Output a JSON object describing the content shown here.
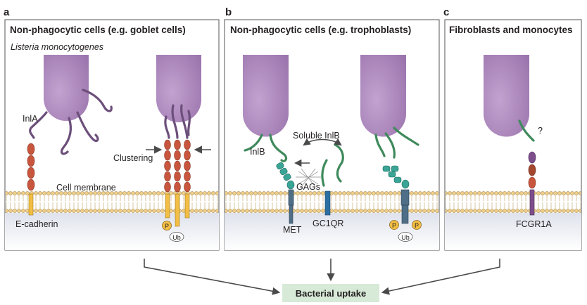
{
  "panels": [
    {
      "letter": "a",
      "title": "Non-phagocytic cells (e.g. goblet cells)"
    },
    {
      "letter": "b",
      "title": "Non-phagocytic cells (e.g. trophoblasts)"
    },
    {
      "letter": "c",
      "title": "Fibroblasts and monocytes"
    }
  ],
  "labels": {
    "species": "Listeria monocytogenes",
    "inla": "InlA",
    "clustering": "Clustering",
    "cell_membrane": "Cell membrane",
    "e_cadherin": "E-cadherin",
    "p": "P",
    "ub": "Ub",
    "soluble_inlb": "Soluble InlB",
    "inlb": "InlB",
    "gags": "GAGs",
    "met": "MET",
    "gc1qr": "GC1QR",
    "question": "?",
    "fcgr1a": "FCGR1A"
  },
  "outcome": "Bacterial uptake",
  "colors": {
    "bacterium": "#a781b8",
    "inla": "#6c4f7a",
    "ecad": "#c8553d",
    "ecad_tm": "#f3be45",
    "inlb": "#3f8a5c",
    "met_head": "#3aa596",
    "met_tm": "#4f6f88",
    "gc1qr": "#2b6fa3",
    "fcgr1a": "#7d4e8c",
    "membrane_bead": "#f0cf88",
    "uptake_box": "#d7ead7"
  }
}
